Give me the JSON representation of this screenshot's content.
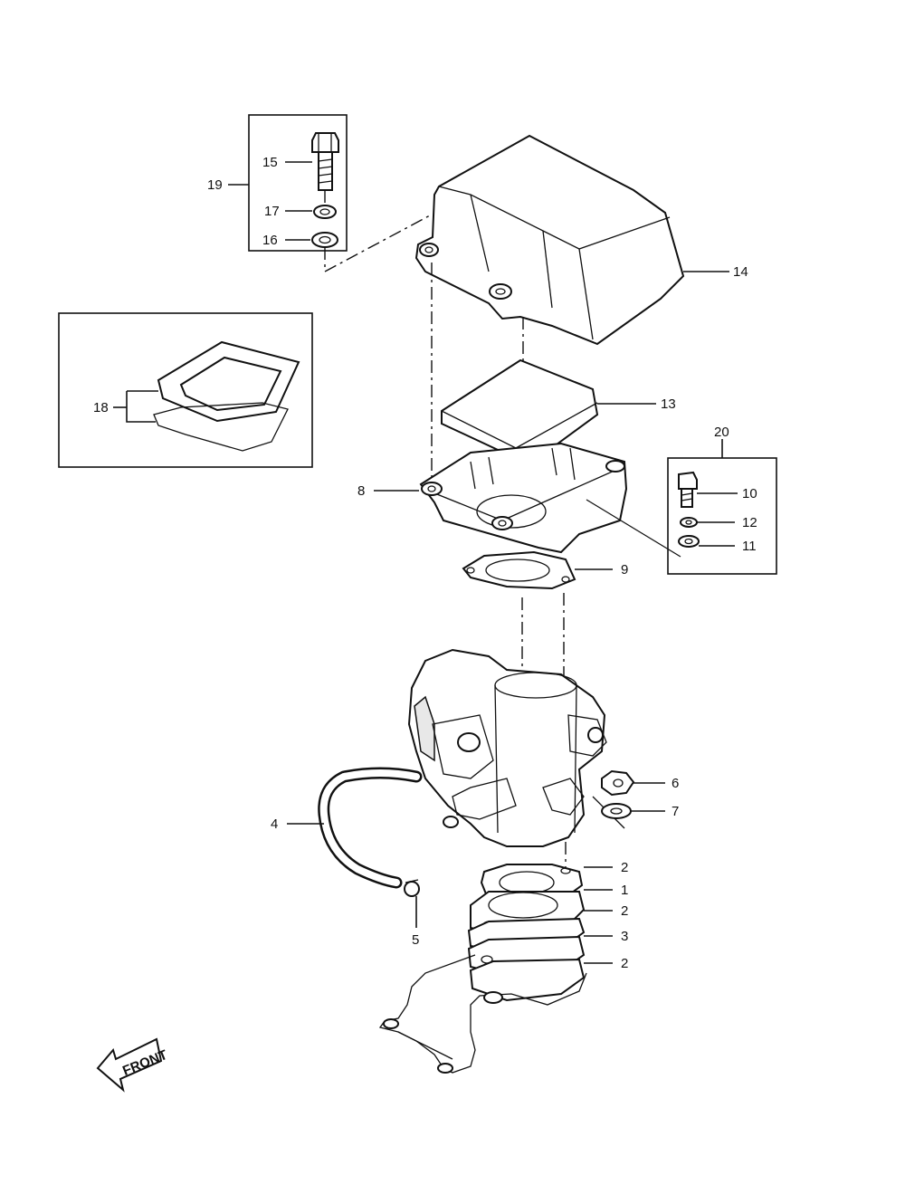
{
  "labels": {
    "c1": "1",
    "c2a": "2",
    "c2b": "2",
    "c2c": "2",
    "c3": "3",
    "c4": "4",
    "c5": "5",
    "c6": "6",
    "c7": "7",
    "c8": "8",
    "c9": "9",
    "c10": "10",
    "c11": "11",
    "c12": "12",
    "c13": "13",
    "c14": "14",
    "c15": "15",
    "c16": "16",
    "c17": "17",
    "c18": "18",
    "c19": "19",
    "c20": "20"
  },
  "front_arrow": "FRONT"
}
